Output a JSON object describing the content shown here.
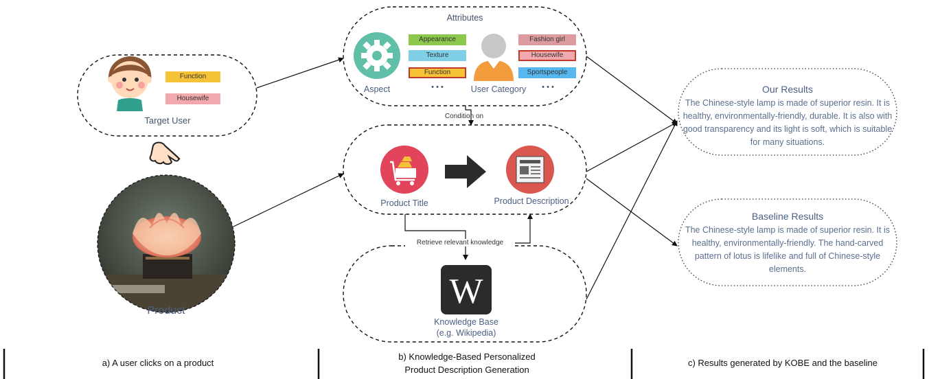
{
  "panel_a": {
    "target_user": {
      "tags": [
        "Function",
        "Housewife"
      ],
      "label": "Target User"
    },
    "product_label": "Product",
    "caption": "a) A user clicks on a product"
  },
  "panel_b": {
    "attributes": {
      "title": "Attributes",
      "aspect_label": "Aspect",
      "aspect_tags": [
        "Appearance",
        "Texture",
        "Function"
      ],
      "user_category_label": "User Category",
      "user_category_tags": [
        "Fashion girl",
        "Housewife",
        "Sportspeople"
      ],
      "ellipsis": "• • •"
    },
    "condition_on": "Condition on",
    "product_title": "Product Title",
    "product_description": "Product Description",
    "retrieve": "Retrieve relevant knowledge",
    "knowledge_base": {
      "line1": "Knowledge Base",
      "line2": "(e.g. Wikipedia)"
    },
    "caption_line1": "b) Knowledge-Based Personalized",
    "caption_line2": "Product Description Generation"
  },
  "panel_c": {
    "our_results": {
      "title": "Our Results",
      "text": "The Chinese-style lamp is made of superior resin. It is healthy, environmentally-friendly, durable. It is also with good transparency and its light is soft, which is suitable for many situations."
    },
    "baseline_results": {
      "title": "Baseline Results",
      "text": "The Chinese-style lamp is made of superior resin. It is healthy, environmentally-friendly. The hand-carved pattern of lotus is lifelike and full of Chinese-style elements."
    },
    "caption": "c) Results generated by KOBE and the baseline"
  },
  "colors": {
    "function_tag": "#f6c237",
    "housewife_tag": "#f1a9ad",
    "appearance_tag": "#8cc84b",
    "texture_tag": "#7fd0e6",
    "sportspeople_tag": "#57b8f0",
    "fashion_tag": "#dc9b9e",
    "highlight_border": "#c0392b",
    "aspect_icon": "#5fbfa7",
    "title_icon": "#e2455b",
    "description_icon": "#d9574f"
  },
  "icons": [
    "girl-avatar-icon",
    "pointing-hand-icon",
    "lotus-lamp-photo",
    "gear-icon",
    "person-icon",
    "cart-icon",
    "arrow-right-icon",
    "news-document-icon",
    "wikipedia-icon"
  ]
}
